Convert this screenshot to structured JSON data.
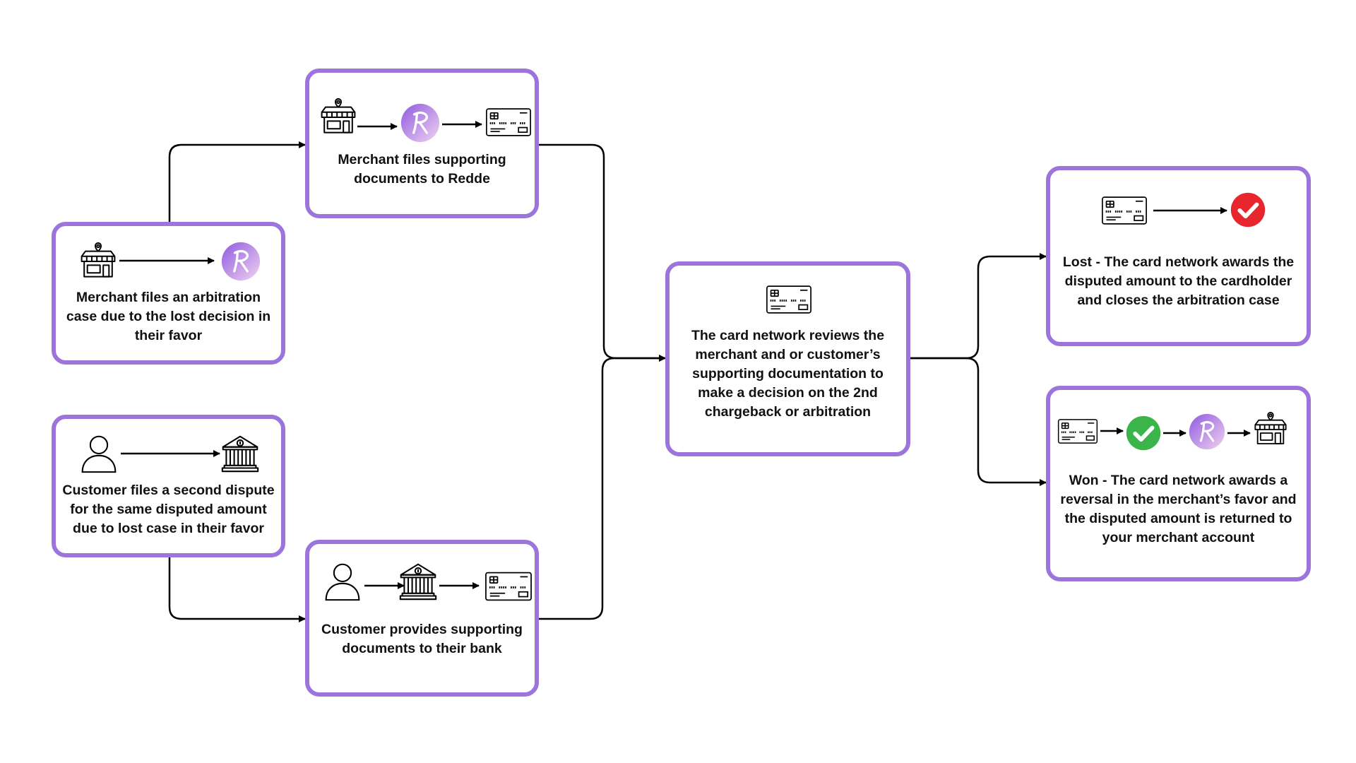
{
  "colors": {
    "border": "#9b74dc",
    "connector": "#000000",
    "redde_gradient_start": "#8f5ae0",
    "redde_gradient_end": "#f0d2f0",
    "lost_badge": "#e8262d",
    "won_badge": "#3bb54a"
  },
  "nodes": {
    "merchant_arbitration": {
      "label": "Merchant files an arbitration case due to the lost decision in their favor",
      "icons": [
        "store-icon",
        "arrow-icon",
        "redde-logo-icon"
      ]
    },
    "customer_dispute": {
      "label": "Customer files a second dispute for the same disputed amount due to lost case in their favor",
      "icons": [
        "person-icon",
        "arrow-icon",
        "bank-icon"
      ]
    },
    "merchant_docs": {
      "label": "Merchant files supporting documents to Redde",
      "icons": [
        "store-icon",
        "arrow-icon",
        "redde-logo-icon",
        "arrow-icon",
        "credit-card-icon"
      ]
    },
    "customer_docs": {
      "label": "Customer provides supporting documents to their bank",
      "icons": [
        "person-icon",
        "arrow-icon",
        "bank-icon",
        "arrow-icon",
        "credit-card-icon"
      ]
    },
    "network_review": {
      "label": "The card network reviews  the merchant and or customer’s supporting documentation to make a decision on the 2nd chargeback or arbitration",
      "icons": [
        "credit-card-icon"
      ]
    },
    "lost": {
      "label": "Lost - The card network awards the disputed amount to the cardholder and closes the arbitration case",
      "icons": [
        "credit-card-icon",
        "arrow-icon",
        "red-check-icon"
      ]
    },
    "won": {
      "label": "Won - The card network awards a reversal in the merchant’s favor and the disputed amount is returned to your merchant account",
      "icons": [
        "credit-card-icon",
        "arrow-icon",
        "green-check-icon",
        "arrow-icon",
        "redde-logo-icon",
        "arrow-icon",
        "store-icon"
      ]
    }
  },
  "edges": [
    {
      "from": "merchant_arbitration",
      "to": "merchant_docs"
    },
    {
      "from": "customer_dispute",
      "to": "customer_docs"
    },
    {
      "from": "merchant_docs",
      "to": "network_review"
    },
    {
      "from": "customer_docs",
      "to": "network_review"
    },
    {
      "from": "network_review",
      "to": "lost"
    },
    {
      "from": "network_review",
      "to": "won"
    }
  ]
}
